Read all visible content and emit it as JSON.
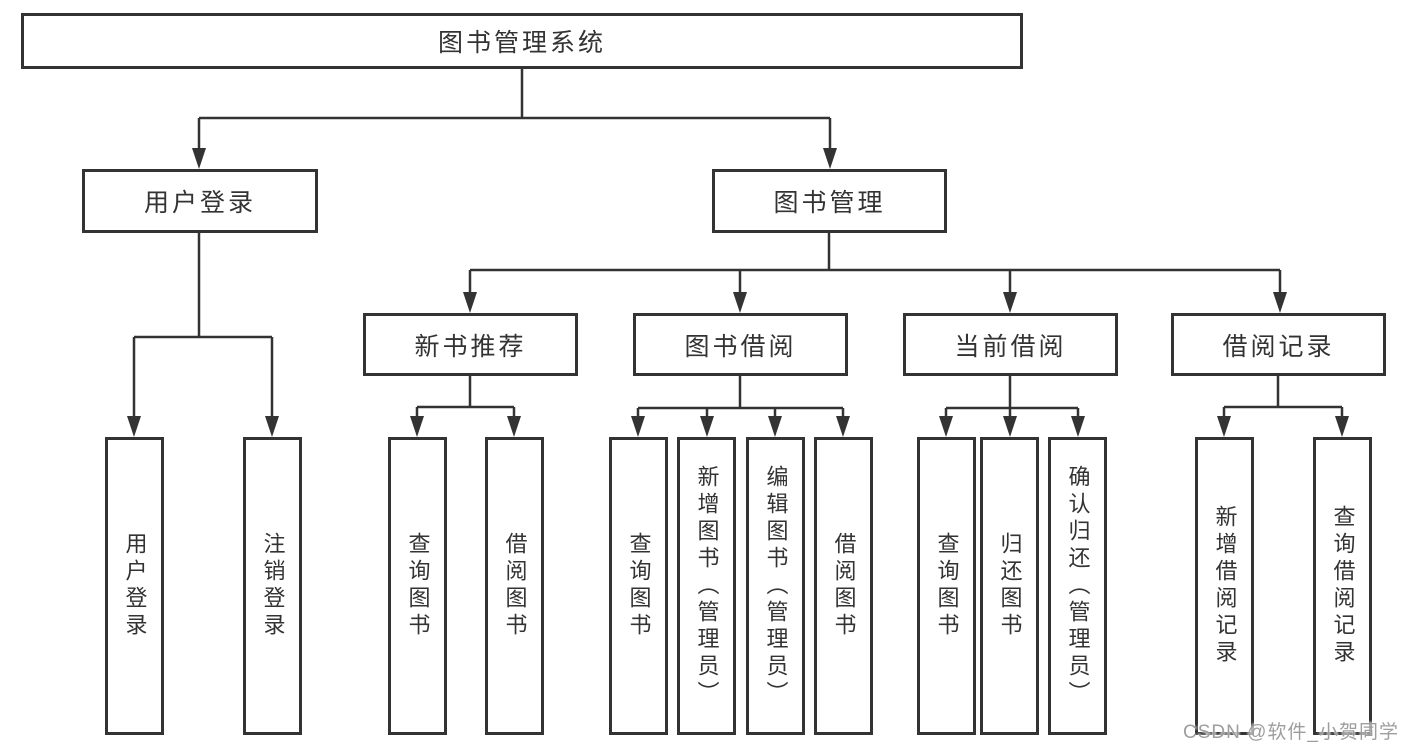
{
  "diagram": {
    "root": {
      "label": "图书管理系统"
    },
    "level2": [
      {
        "label": "用户登录"
      },
      {
        "label": "图书管理"
      }
    ],
    "level3": [
      {
        "label": "新书推荐"
      },
      {
        "label": "图书借阅"
      },
      {
        "label": "当前借阅"
      },
      {
        "label": "借阅记录"
      }
    ],
    "leaves": {
      "user_login": [
        {
          "label": "用户登录"
        },
        {
          "label": "注销登录"
        }
      ],
      "new_book": [
        {
          "label": "查询图书"
        },
        {
          "label": "借阅图书"
        }
      ],
      "book_borrow": [
        {
          "label": "查询图书"
        },
        {
          "label": "新增图书（管理员）"
        },
        {
          "label": "编辑图书（管理员）"
        },
        {
          "label": "借阅图书"
        }
      ],
      "current_borrow": [
        {
          "label": "查询图书"
        },
        {
          "label": "归还图书"
        },
        {
          "label": "确认归还（管理员）"
        }
      ],
      "borrow_record": [
        {
          "label": "新增借阅记录"
        },
        {
          "label": "查询借阅记录"
        }
      ]
    }
  },
  "watermark": "CSDN @软件_小贺同学",
  "colors": {
    "line": "#333333",
    "box_border": "#333333",
    "text": "#333333",
    "watermark": "#9e9e9e",
    "background": "#ffffff"
  }
}
